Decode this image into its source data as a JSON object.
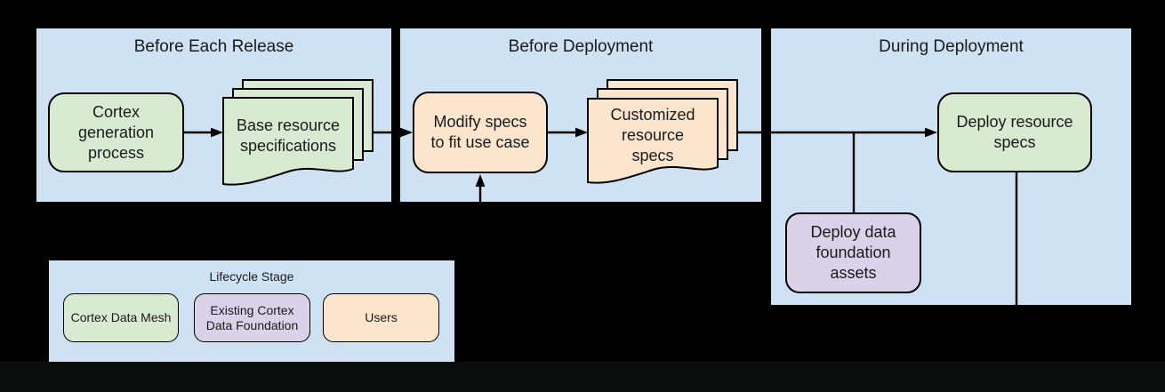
{
  "colors": {
    "bg": "#000000",
    "bottom-strip": "#0b0d0d",
    "panel-blue": "#cfe2f3",
    "green": "#d9ead3",
    "peach": "#fce5cd",
    "purple": "#d9d2e9",
    "line": "#000000",
    "text": "#1a1a1a"
  },
  "panels": {
    "release": {
      "title": "Before Each Release"
    },
    "before_deploy": {
      "title": "Before Deployment"
    },
    "during_deploy": {
      "title": "During Deployment"
    }
  },
  "nodes": {
    "cortex_gen": {
      "label": "Cortex\ngeneration\nprocess"
    },
    "base_specs": {
      "label": "Base resource\nspecifications"
    },
    "modify_specs": {
      "label": "Modify specs\nto fit use case"
    },
    "custom_specs": {
      "label": "Customized\nresource\nspecs"
    },
    "deploy_specs": {
      "label": "Deploy resource\nspecs"
    },
    "deploy_foundation": {
      "label": "Deploy data\nfoundation\nassets"
    }
  },
  "edges": [
    {
      "from": "cortex_gen",
      "to": "base_specs",
      "arrow": true
    },
    {
      "from": "base_specs",
      "to": "modify_specs",
      "arrow": true
    },
    {
      "from": "panel_bottom",
      "to": "modify_specs",
      "arrow": true
    },
    {
      "from": "modify_specs",
      "to": "custom_specs",
      "arrow": true
    },
    {
      "from": "custom_specs",
      "to": "deploy_specs",
      "arrow": true
    },
    {
      "from": "custom_specs_line_junction",
      "to": "deploy_foundation",
      "arrow": false
    },
    {
      "from": "deploy_specs",
      "to": "panel_bottom",
      "arrow": false
    }
  ],
  "legend": {
    "title": "Lifecycle Stage",
    "items": [
      {
        "label": "Cortex Data Mesh",
        "color": "#d9ead3"
      },
      {
        "label": "Existing Cortex\nData Foundation",
        "color": "#d9d2e9"
      },
      {
        "label": "Users",
        "color": "#fce5cd"
      }
    ]
  }
}
